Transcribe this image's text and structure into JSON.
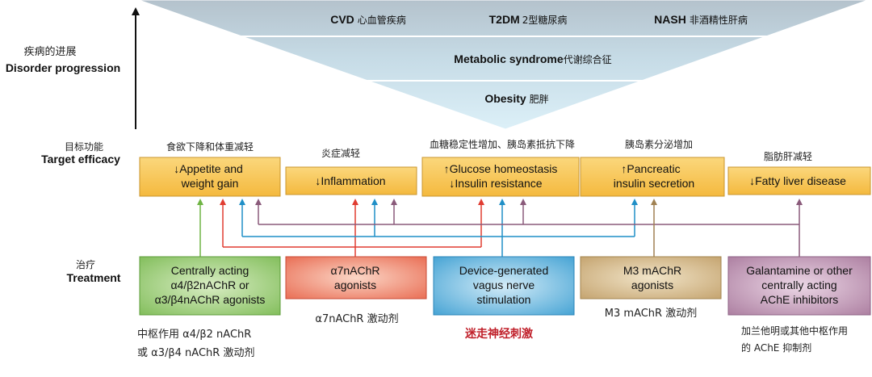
{
  "axis": {
    "label_cn": "疾病的进展",
    "label_en": "Disorder progression"
  },
  "pyramid": {
    "top_row": [
      {
        "en": "CVD",
        "cn": "心血管疾病"
      },
      {
        "en": "T2DM",
        "cn": "2型糖尿病"
      },
      {
        "en": "NASH",
        "cn": "非酒精性肝病"
      }
    ],
    "middle": {
      "en": "Metabolic syndrome",
      "cn": "代谢综合征"
    },
    "bottom": {
      "en": "Obesity",
      "cn": "肥胖"
    }
  },
  "target_efficacy": {
    "label_cn": "目标功能",
    "label_en": "Target efficacy",
    "boxes": [
      {
        "cn": "食欲下降和体重减轻",
        "line1": "↓Appetite and",
        "line2": "weight gain"
      },
      {
        "cn": "炎症减轻",
        "line1": "↓Inflammation",
        "line2": ""
      },
      {
        "cn": "血糖稳定性增加、胰岛素抵抗下降",
        "line1": "↑Glucose homeostasis",
        "line2": "↓Insulin resistance"
      },
      {
        "cn": "胰岛素分泌增加",
        "line1": "↑Pancreatic",
        "line2": "insulin secretion"
      },
      {
        "cn": "脂肪肝减轻",
        "line1": "↓Fatty liver disease",
        "line2": ""
      }
    ]
  },
  "treatment": {
    "label_cn": "治疗",
    "label_en": "Treatment",
    "boxes": [
      {
        "line1": "Centrally acting",
        "line2": "α4/β2nAChR or",
        "line3": "α3/β4nAChR agonists",
        "cn1": "中枢作用 α4/β2 nAChR",
        "cn2": "或 α3/β4 nAChR 激动剂"
      },
      {
        "line1": "α7nAChR",
        "line2": "agonists",
        "line3": "",
        "cn1": "α7nAChR 激动剂",
        "cn2": ""
      },
      {
        "line1": "Device-generated",
        "line2": "vagus nerve",
        "line3": "stimulation",
        "cn1": "迷走神经刺激",
        "cn2": ""
      },
      {
        "line1": "M3 mAChR",
        "line2": "agonists",
        "line3": "",
        "cn1": "M3 mAChR 激动剂",
        "cn2": ""
      },
      {
        "line1": "Galantamine or other",
        "line2": "centrally acting",
        "line3": "AChE inhibitors",
        "cn1": "加兰他明或其他中枢作用",
        "cn2": "的 AChE 抑制剂"
      }
    ]
  },
  "colors": {
    "pyramid_top": "#b6c3cc",
    "pyramid_bottom": "#d7ecf5",
    "target_fill": "#f7c24f",
    "green": "#6fb444",
    "red": "#e03c31",
    "blue": "#1f8fc7",
    "purple": "#8a5a7a",
    "tan": "#a08152",
    "highlight_text": "#c0202a"
  }
}
